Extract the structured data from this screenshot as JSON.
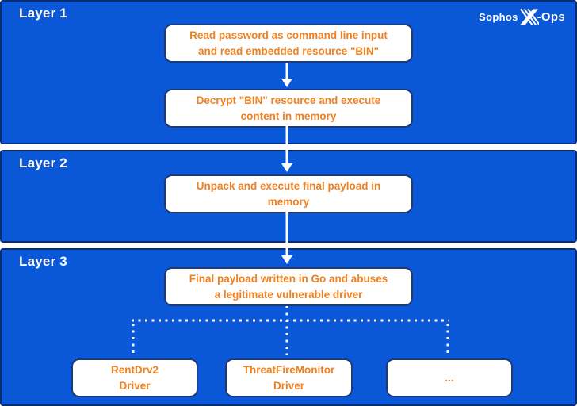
{
  "colors": {
    "panelBlue": "#0A57D8",
    "frameNavy": "#0E2B6B",
    "boxBorder": "#1E3A70",
    "textOrange": "#F08121",
    "white": "#FFFFFF"
  },
  "logo": {
    "brand": "Sophos",
    "suffix": "-Ops"
  },
  "layers": {
    "layer1": {
      "label": "Layer 1",
      "box1": "Read password as command line input\nand read embedded resource \"BIN\"",
      "box2": "Decrypt \"BIN\" resource and execute\ncontent in memory"
    },
    "layer2": {
      "label": "Layer 2",
      "box1": "Unpack and execute final payload in\nmemory"
    },
    "layer3": {
      "label": "Layer 3",
      "box1": "Final payload written in Go and abuses\na legitimate vulnerable driver",
      "driver1": "RentDrv2\nDriver",
      "driver2": "ThreatFireMonitor\nDriver",
      "driver3": "..."
    }
  }
}
